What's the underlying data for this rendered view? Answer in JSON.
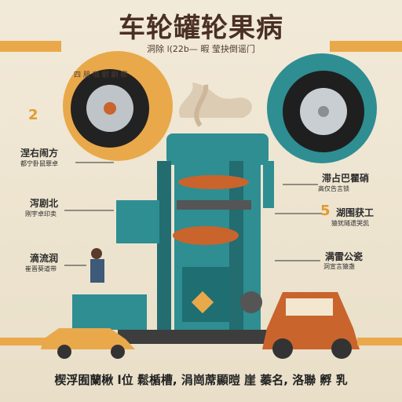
{
  "title": "车轮罐轮果病",
  "subtitle": "洞除 l(22b— 暇 莹抉倒谣门",
  "tagline": "四 朋 咖 嗣 嗣 唧",
  "left_labels": [
    {
      "title": "涅右闹方",
      "sub": "都宁卧鼠罪卓"
    },
    {
      "title": "泻剧北",
      "sub": "刚宇卓印卖"
    },
    {
      "title": "滴流润",
      "sub": "崔晋葵道带"
    }
  ],
  "right_labels": [
    {
      "title": "滞占巴瞿硝",
      "sub": "高仅告言锁"
    },
    {
      "title": "湖围获工",
      "sub": "猿犹隧遗哭凯"
    },
    {
      "title": "满雷公瓷",
      "sub": "洞宣言猿盏"
    }
  ],
  "left_number": "2",
  "right_number": "5",
  "footer": "楔浮囿蘭楸 l位  鬆楯槽,  涓崗蓆顯暟 崖 蓁名,  洛聯 孵 乳",
  "colors": {
    "accent": "#e9a94a",
    "teal": "#2e8e92",
    "rust": "#c9642d",
    "ink": "#4a2f24"
  }
}
